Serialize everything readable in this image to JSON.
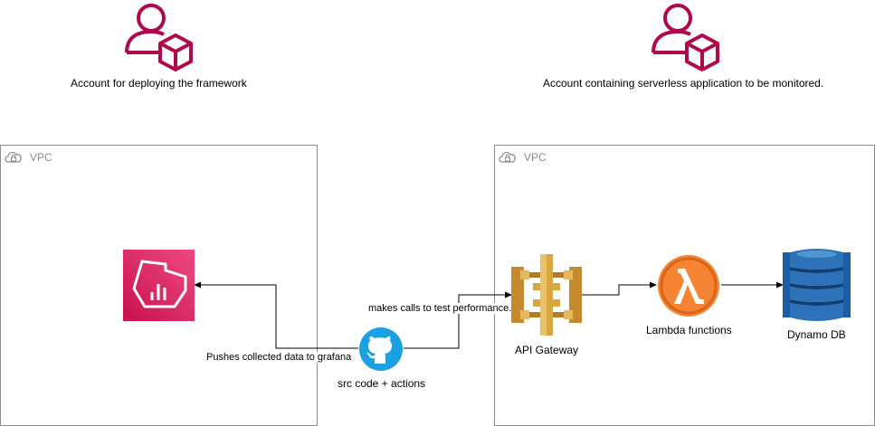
{
  "accounts": {
    "left": {
      "label": "Account for deploying the framework",
      "icon": "user-account-icon",
      "color": "#b0084d"
    },
    "right": {
      "label": "Account containing serverless application  to be monitored.",
      "icon": "user-account-icon",
      "color": "#b0084d"
    }
  },
  "vpcs": {
    "left": {
      "label": "VPC",
      "icon": "vpc-cloud-icon"
    },
    "right": {
      "label": "VPC",
      "icon": "vpc-cloud-icon"
    }
  },
  "nodes": {
    "grafana": {
      "icon": "grafana-icon",
      "color": "#d6245f"
    },
    "github": {
      "label": "src code + actions",
      "icon": "github-icon",
      "color": "#1ba1e2"
    },
    "api_gateway": {
      "label": "API Gateway",
      "icon": "api-gateway-icon",
      "color": "#d9a741"
    },
    "lambda": {
      "label": "Lambda functions",
      "icon": "lambda-icon",
      "color": "#f58534"
    },
    "dynamodb": {
      "label": "Dynamo DB",
      "icon": "dynamodb-icon",
      "color": "#2d72b8"
    }
  },
  "edges": {
    "to_grafana": {
      "label": "Pushes collected data to grafana"
    },
    "to_api": {
      "label": "makes calls to test performance."
    }
  }
}
